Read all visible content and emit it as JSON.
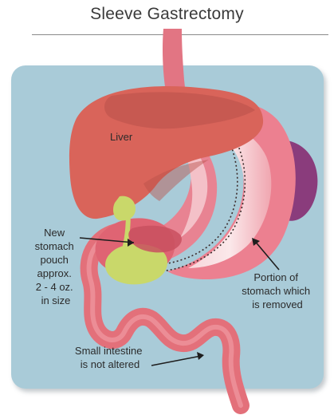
{
  "title": "Sleeve Gastrectomy",
  "labels": {
    "liver": "Liver",
    "pouch": [
      "New",
      "stomach",
      "pouch",
      "approx.",
      "2 - 4 oz.",
      "in size"
    ],
    "removed": [
      "Portion of",
      "stomach which",
      "is removed"
    ],
    "intestine": [
      "Small intestine",
      "is not altered"
    ]
  },
  "colors": {
    "panel": "#a9cbd8",
    "liver": "#d9645a",
    "stomach": "#ea7d8a",
    "stomach_light": "#f5c9cf",
    "pouch": "#d95a69",
    "bile": "#c9d86a",
    "spleen": "#8a3c7c",
    "intestine": "#e3707a"
  }
}
